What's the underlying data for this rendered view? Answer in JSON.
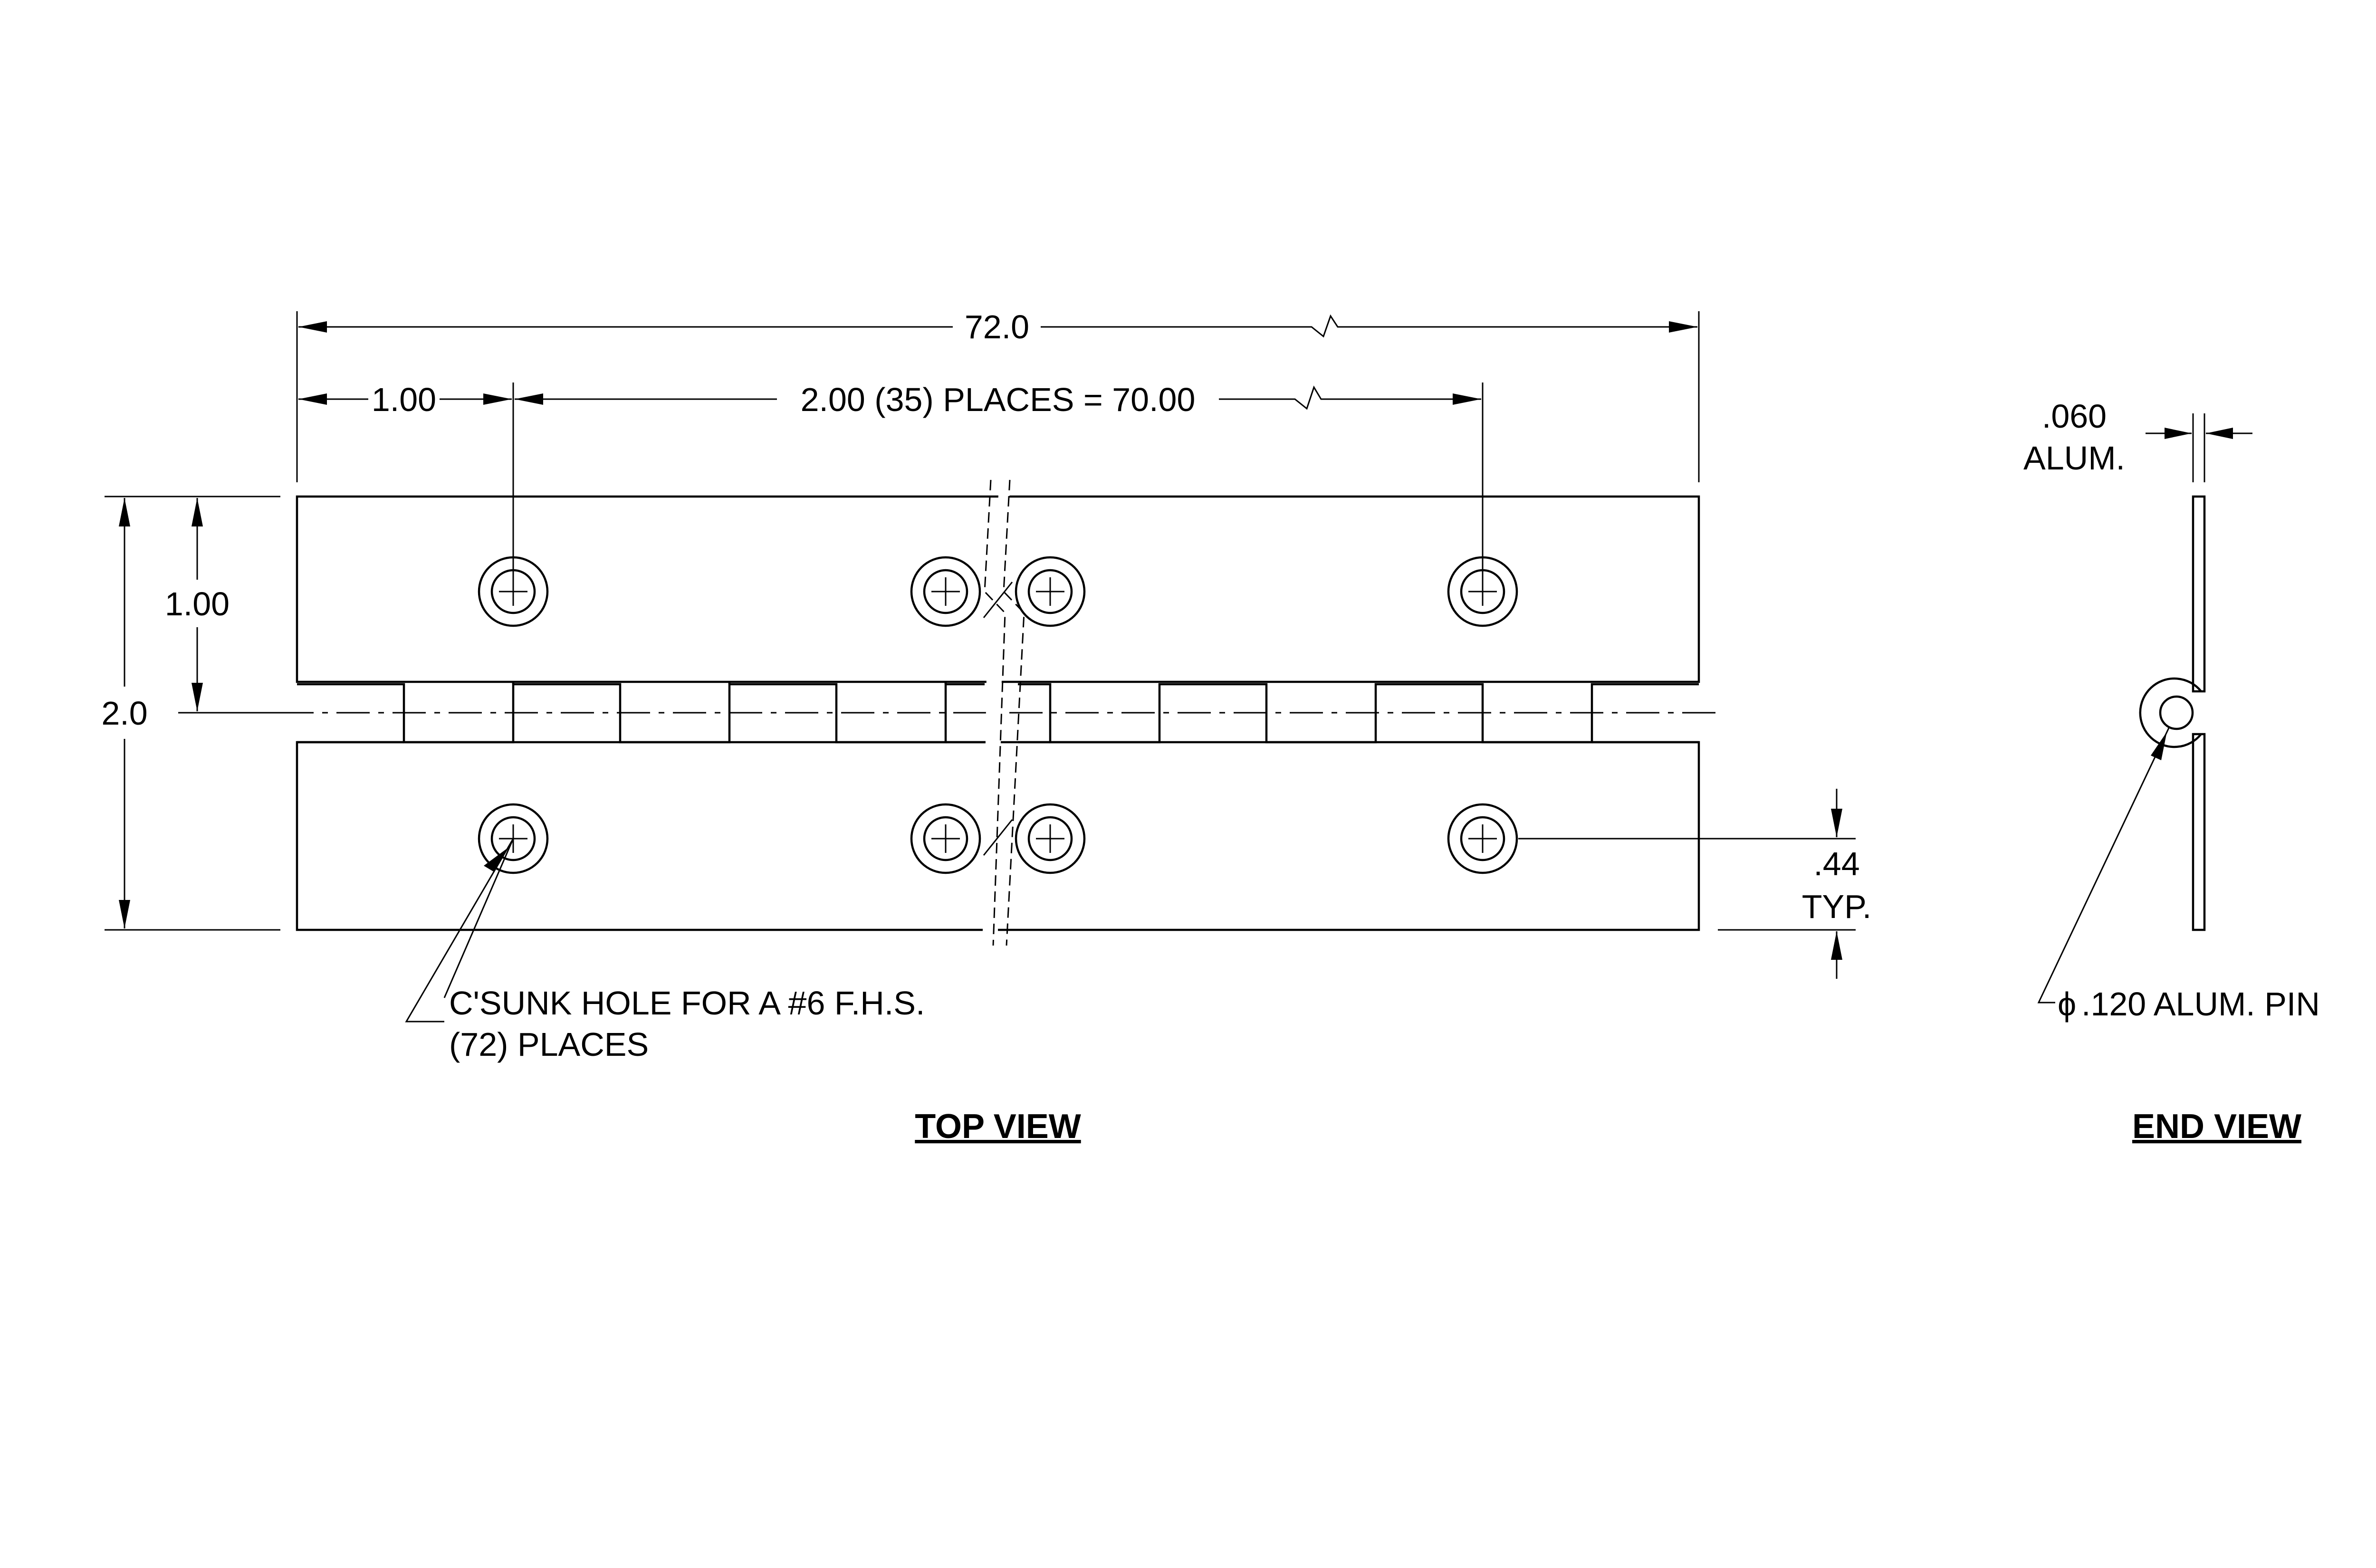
{
  "dimensions": {
    "overall_length": "72.0",
    "first_hole_offset": "1.00",
    "hole_spacing": "2.00 (35) PLACES = 70.00",
    "leaf_half_width": "1.00",
    "overall_width": "2.0",
    "hole_edge_offset": ".44",
    "hole_edge_offset_note": "TYP.",
    "thickness": ".060",
    "thickness_material": "ALUM."
  },
  "notes": {
    "hole_note_line1": "C'SUNK HOLE FOR A #6 F.H.S.",
    "hole_note_line2": "(72) PLACES",
    "pin_note": ".120 ALUM. PIN",
    "diameter_symbol": "ϕ"
  },
  "views": {
    "top_view_title": "TOP VIEW",
    "end_view_title": "END VIEW"
  }
}
